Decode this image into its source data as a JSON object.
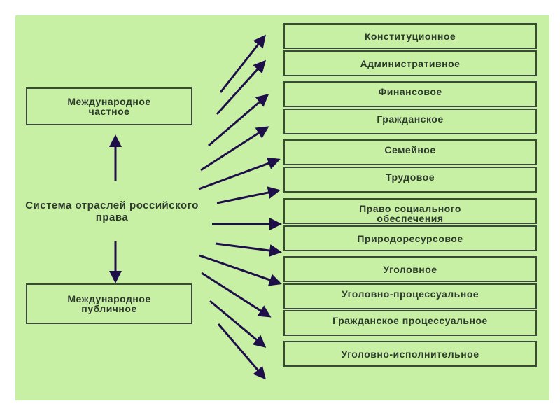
{
  "center": {
    "label": "Система отраслей российского права"
  },
  "left": {
    "top": "Международное частное",
    "bottom": "Международное публичное"
  },
  "branches": [
    "Конституционное",
    "Административное",
    "Финансовое",
    "Гражданское",
    "Семейное",
    "Трудовое",
    "Право социального обеспечения",
    "Природоресурсовое",
    "Уголовное",
    "Уголовно-процессуальное",
    "Гражданское процессуальное",
    "Уголовно-исполнительное"
  ],
  "colors": {
    "background": "#c8f0a4",
    "arrow": "#1e0f4a",
    "border": "#3a4a38"
  }
}
